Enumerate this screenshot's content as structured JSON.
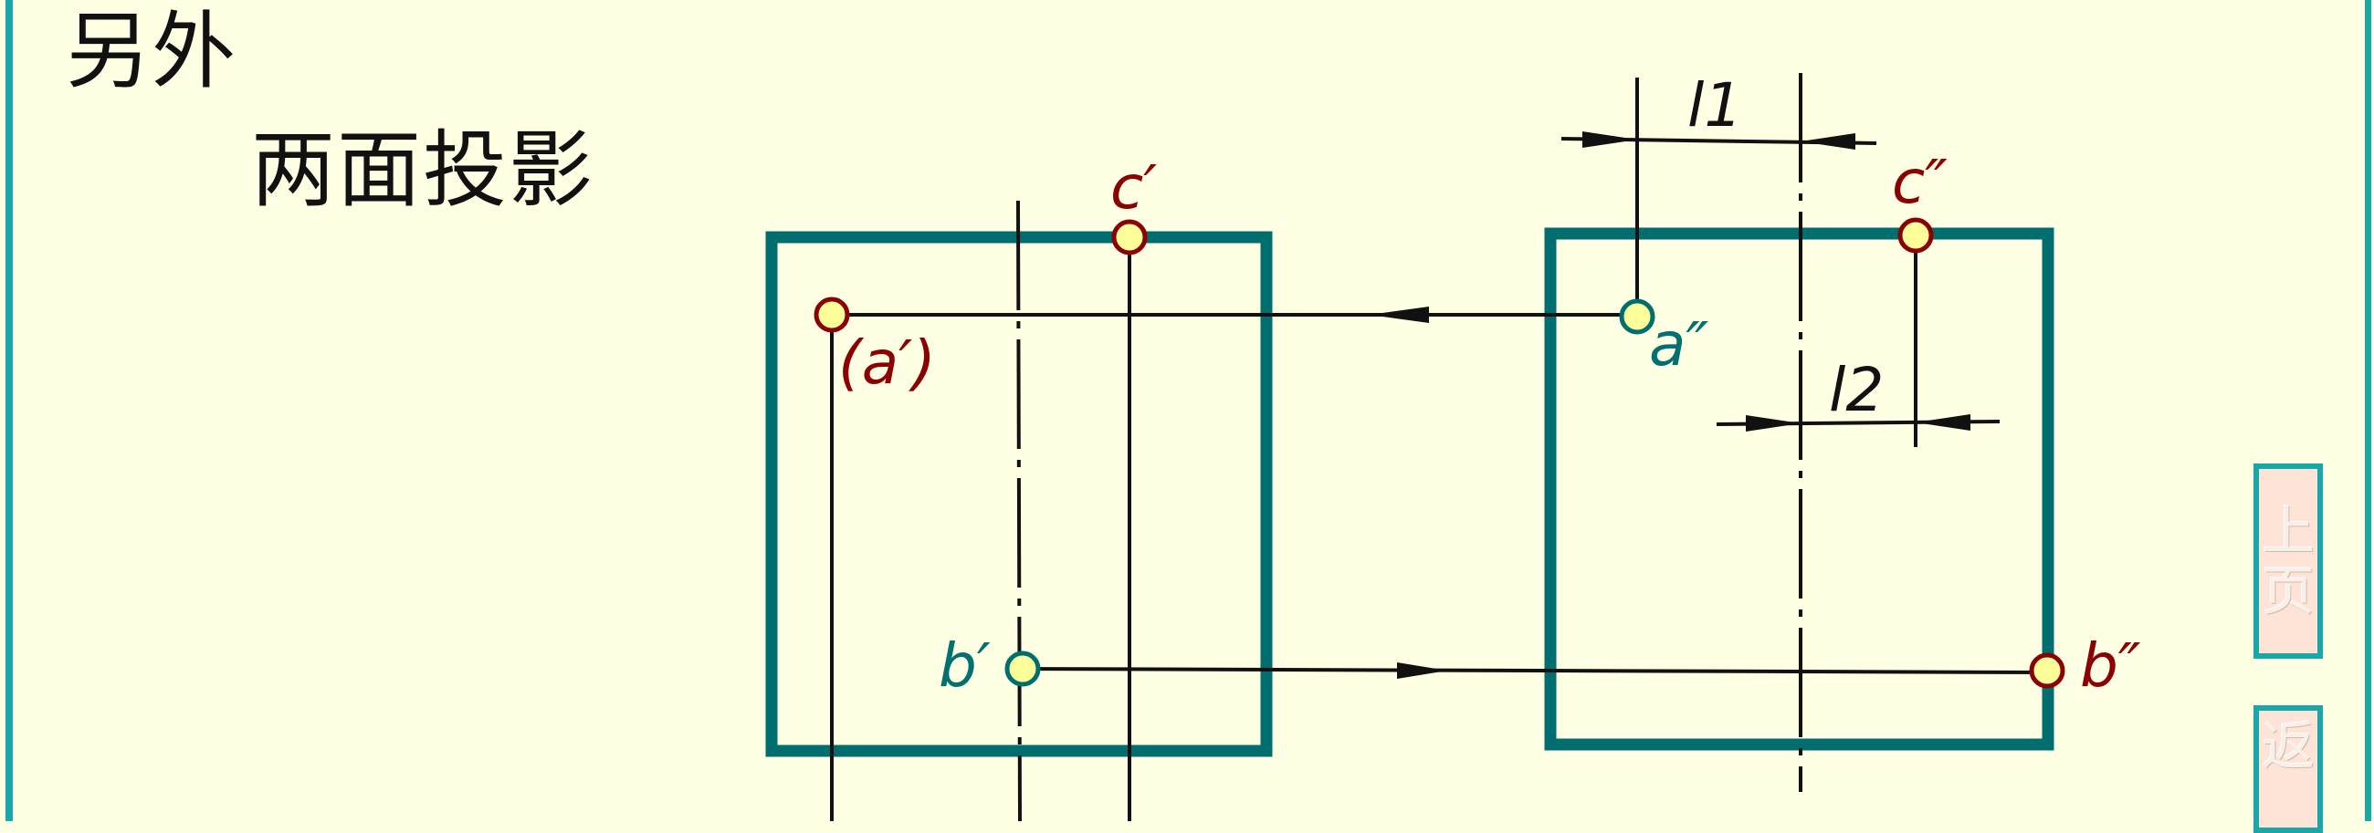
{
  "title": {
    "line1": "另外",
    "line2": "两面投影"
  },
  "labels": {
    "c_front": "c′",
    "a_front": "(a′)",
    "b_front": "b′",
    "c_side": "c″",
    "a_side": "a″",
    "b_side": "b″",
    "l1": "l1",
    "l2": "l2"
  },
  "nav": {
    "prev_chars": [
      "上",
      "页"
    ],
    "back_chars": [
      "返"
    ]
  },
  "colors": {
    "box_stroke": "#006e6e",
    "frame": "#1aa7a7",
    "red_label": "#8b0000",
    "teal_label": "#007070",
    "point_fill": "#ffff99"
  }
}
